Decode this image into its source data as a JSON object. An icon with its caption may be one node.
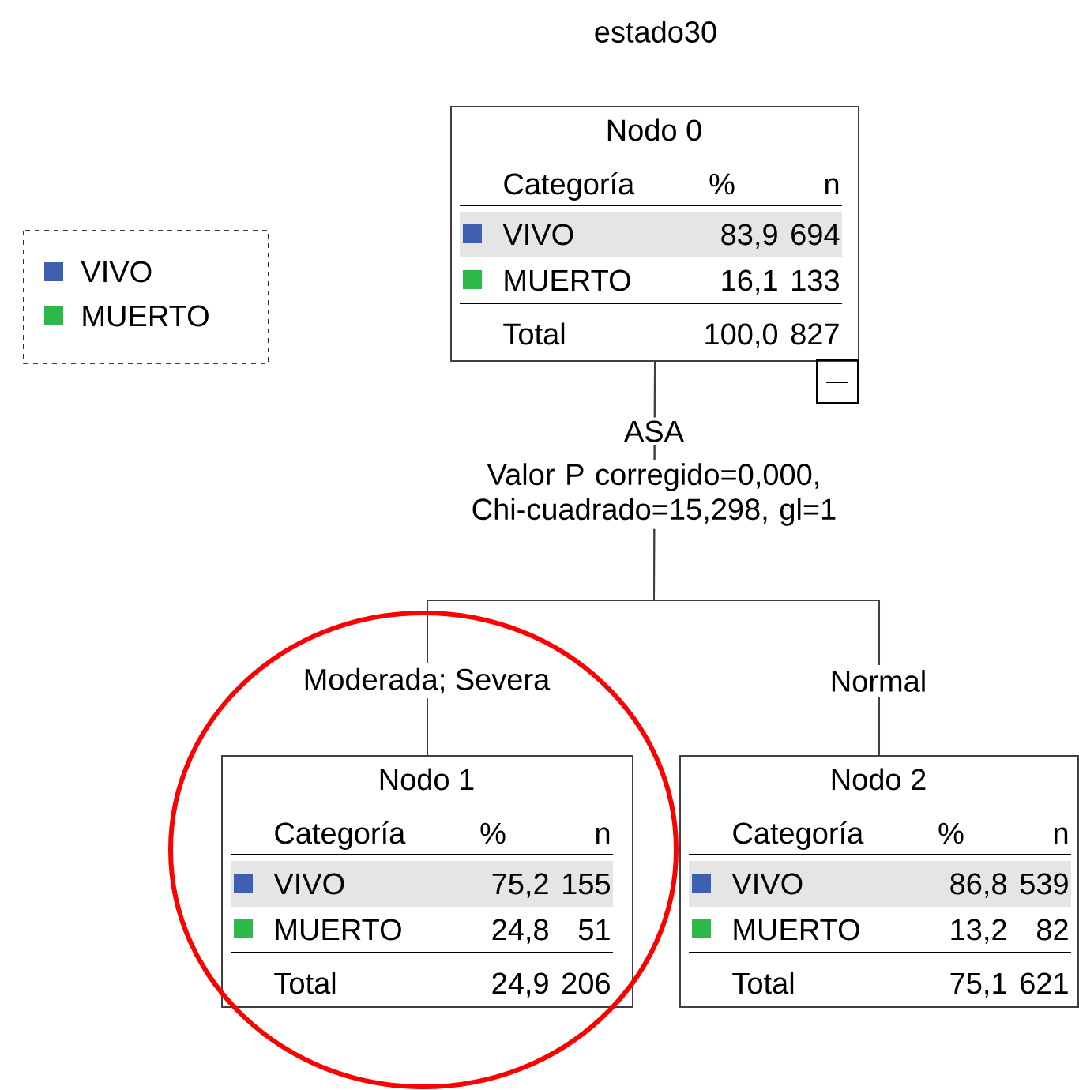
{
  "diagram": {
    "title": "estado30",
    "nodes": [
      {
        "text": [
          "Nodo 0",
          "Categoría",
          "%",
          "n",
          "VIVO",
          "83,9",
          "694",
          "MUERTO",
          "16,1",
          "133",
          "Total",
          "100,0",
          "827"
        ]
      },
      {
        "text": [
          "Nodo 1",
          "Categoría",
          "%",
          "n",
          "VIVO",
          "75,2",
          "155",
          "MUERTO",
          "24,8",
          "51",
          "Total",
          "24,9",
          "206"
        ]
      },
      {
        "text": [
          "Nodo 2",
          "Categoría",
          "%",
          "n",
          "VIVO",
          "86,8",
          "539",
          "MUERTO",
          "13,2",
          "82",
          "Total",
          "75,1",
          "621"
        ]
      }
    ],
    "edges": [
      {
        "from": 0,
        "to": 1,
        "arrow": "none",
        "label": "Moderada; Severa"
      },
      {
        "from": 0,
        "to": 2,
        "arrow": "none",
        "label": "Normal"
      }
    ],
    "labels": [
      "ASA",
      "Valor P corregido=0,000, Chi-cuadrado=15,298, gl=1"
    ],
    "legend": [
      {
        "text": "VIVO",
        "color": "#3f5fb0"
      },
      {
        "text": "MUERTO",
        "color": "#2db84a"
      }
    ]
  }
}
